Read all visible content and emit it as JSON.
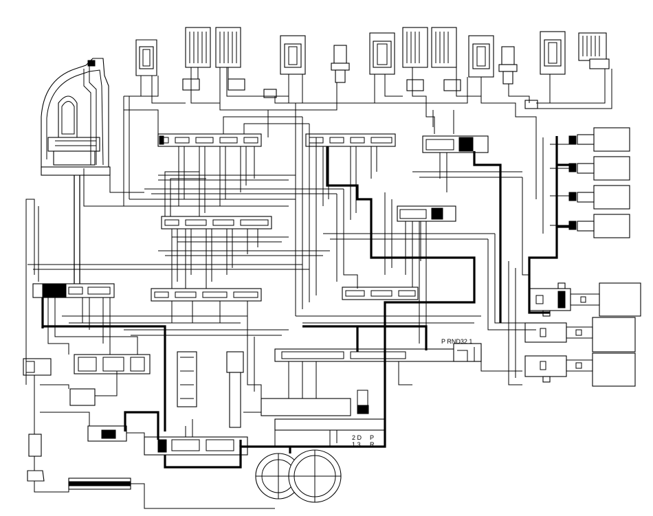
{
  "selector_labels": {
    "positions": "P  RND32 1",
    "bottom_left_top": "2 D",
    "bottom_left_bottom": "1 3",
    "bottom_right_top": "P",
    "bottom_right_bottom": "R"
  }
}
